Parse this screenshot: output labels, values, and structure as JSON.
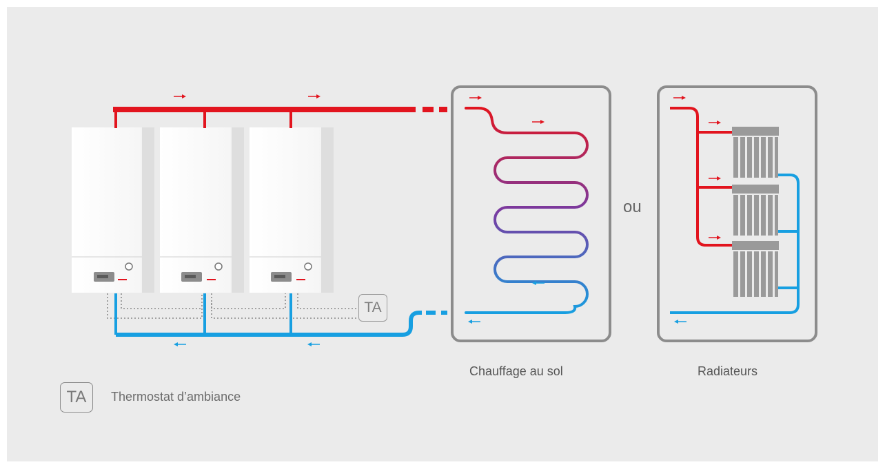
{
  "captions": {
    "floor": "Chauffage au sol",
    "radiators": "Radiateurs",
    "or_word": "ou"
  },
  "thermostat": {
    "box_label": "TA",
    "legend_label": "TA",
    "legend_text": "Thermostat d’ambiance"
  },
  "boilers": {
    "count": 3
  },
  "radiator_panel": {
    "count": 3
  },
  "colors": {
    "background": "#ebebeb",
    "supply_red": "#e2141e",
    "return_blue": "#179fe1",
    "frame_gray": "#8c8c8c",
    "radiator_gray": "#9a9a9a",
    "coil_start": "#e2141e",
    "coil_mid": "#7a3aa0",
    "coil_end": "#179fe1"
  }
}
